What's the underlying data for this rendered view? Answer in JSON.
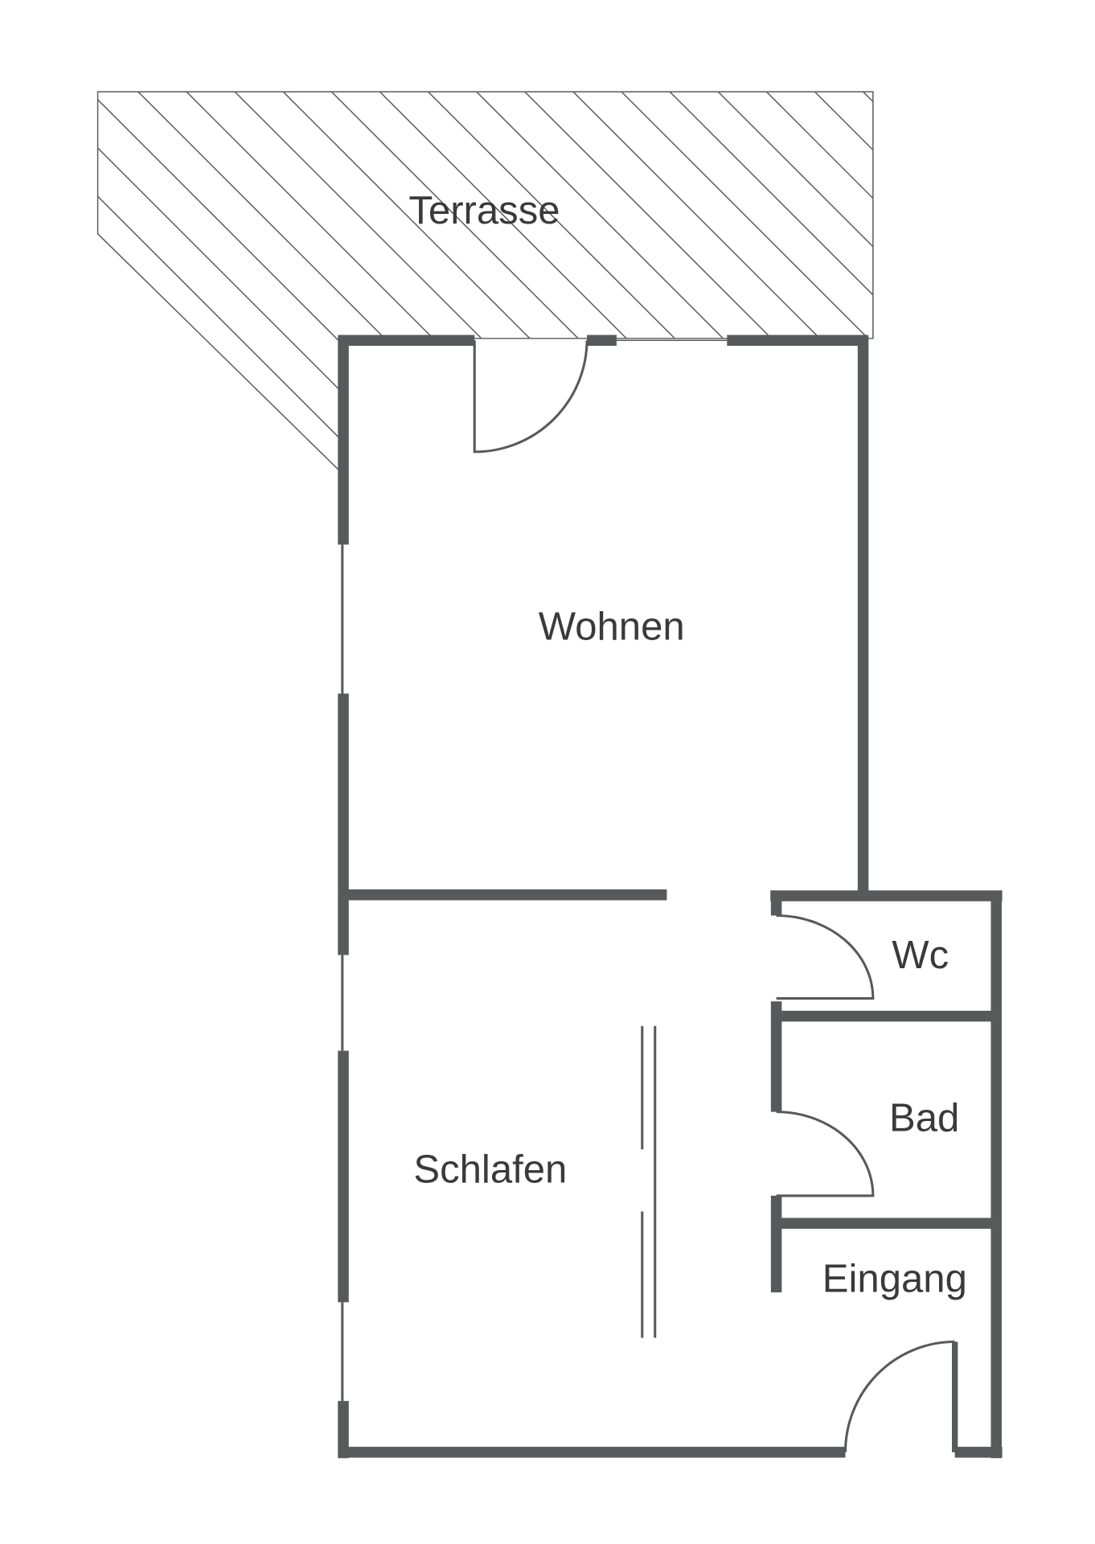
{
  "title": "Floor plan",
  "rooms": {
    "terrace": "Terrasse",
    "living": "Wohnen",
    "wc": "Wc",
    "bath": "Bad",
    "bedroom": "Schlafen",
    "entrance": "Eingang"
  },
  "colors": {
    "wall": "#58595b",
    "text": "#3a3a3c",
    "background": "#ffffff"
  }
}
